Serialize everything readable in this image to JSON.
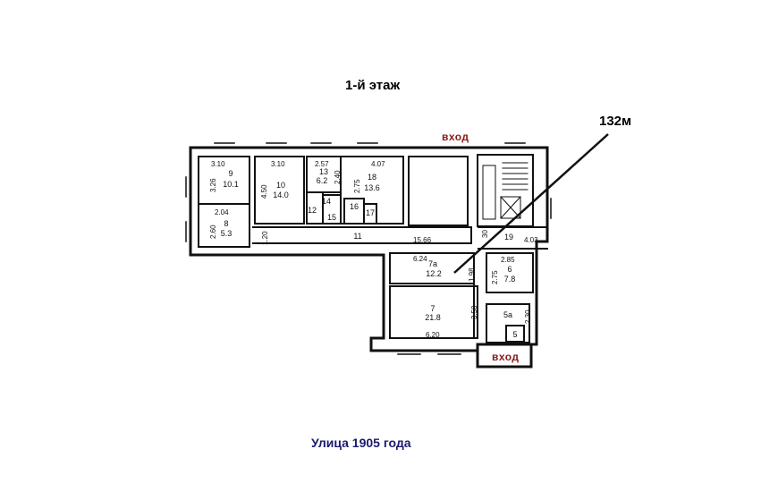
{
  "floor_title": "1-й этаж",
  "street_title": "Улица 1905 года",
  "area_label": "132м",
  "entrances": [
    "вход",
    "вход"
  ],
  "rooms": [
    {
      "number": "9",
      "area": "10.1"
    },
    {
      "number": "10",
      "area": "14.0"
    },
    {
      "number": "13",
      "area": "6.2"
    },
    {
      "number": "18",
      "area": "13.6"
    },
    {
      "number": "8",
      "area": "5.3"
    },
    {
      "number": "12",
      "area": ""
    },
    {
      "number": "14",
      "area": ""
    },
    {
      "number": "15",
      "area": ""
    },
    {
      "number": "16",
      "area": ""
    },
    {
      "number": "17",
      "area": ""
    },
    {
      "number": "11",
      "area": ""
    },
    {
      "number": "19",
      "area": ""
    },
    {
      "number": "7а",
      "area": "12.2"
    },
    {
      "number": "6",
      "area": "7.8"
    },
    {
      "number": "7",
      "area": "21.8"
    },
    {
      "number": "5а",
      "area": ""
    },
    {
      "number": "5",
      "area": ""
    }
  ],
  "dimensions": [
    "3.10",
    "3.26",
    "3.10",
    "4.50",
    "2.57",
    "2.40",
    "4.07",
    "2.75",
    "2.04",
    "2.60",
    "1.20",
    "15.66",
    "6.24",
    "1.98",
    "30",
    "4.03",
    "2.85",
    "2.75",
    "3.50",
    "2.30",
    "6.20"
  ]
}
